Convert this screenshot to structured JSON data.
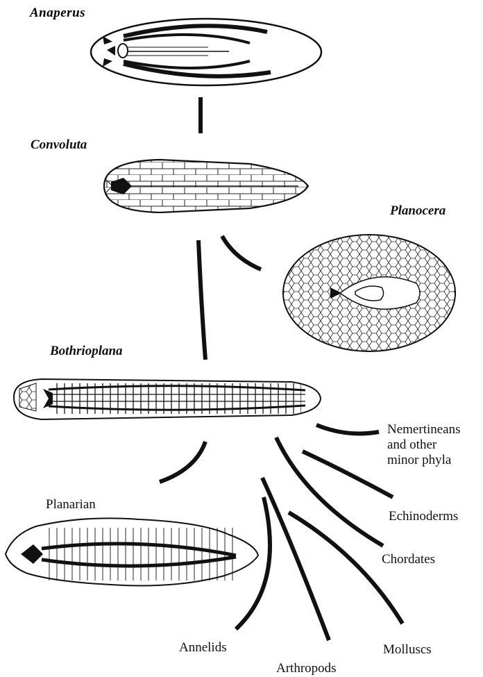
{
  "organisms": {
    "anaperus": "Anaperus",
    "convoluta": "Convoluta",
    "planocera": "Planocera",
    "bothrioplana": "Bothrioplana",
    "planarian": "Planarian"
  },
  "phyla": {
    "nemertineans": [
      "Nemertineans",
      "and other",
      "minor phyla"
    ],
    "echinoderms": "Echinoderms",
    "chordates": "Chordates",
    "annelids": "Annelids",
    "arthropods": "Arthropods",
    "molluscs": "Molluscs"
  },
  "colors": {
    "ink": "#111111",
    "paper": "#ffffff"
  }
}
